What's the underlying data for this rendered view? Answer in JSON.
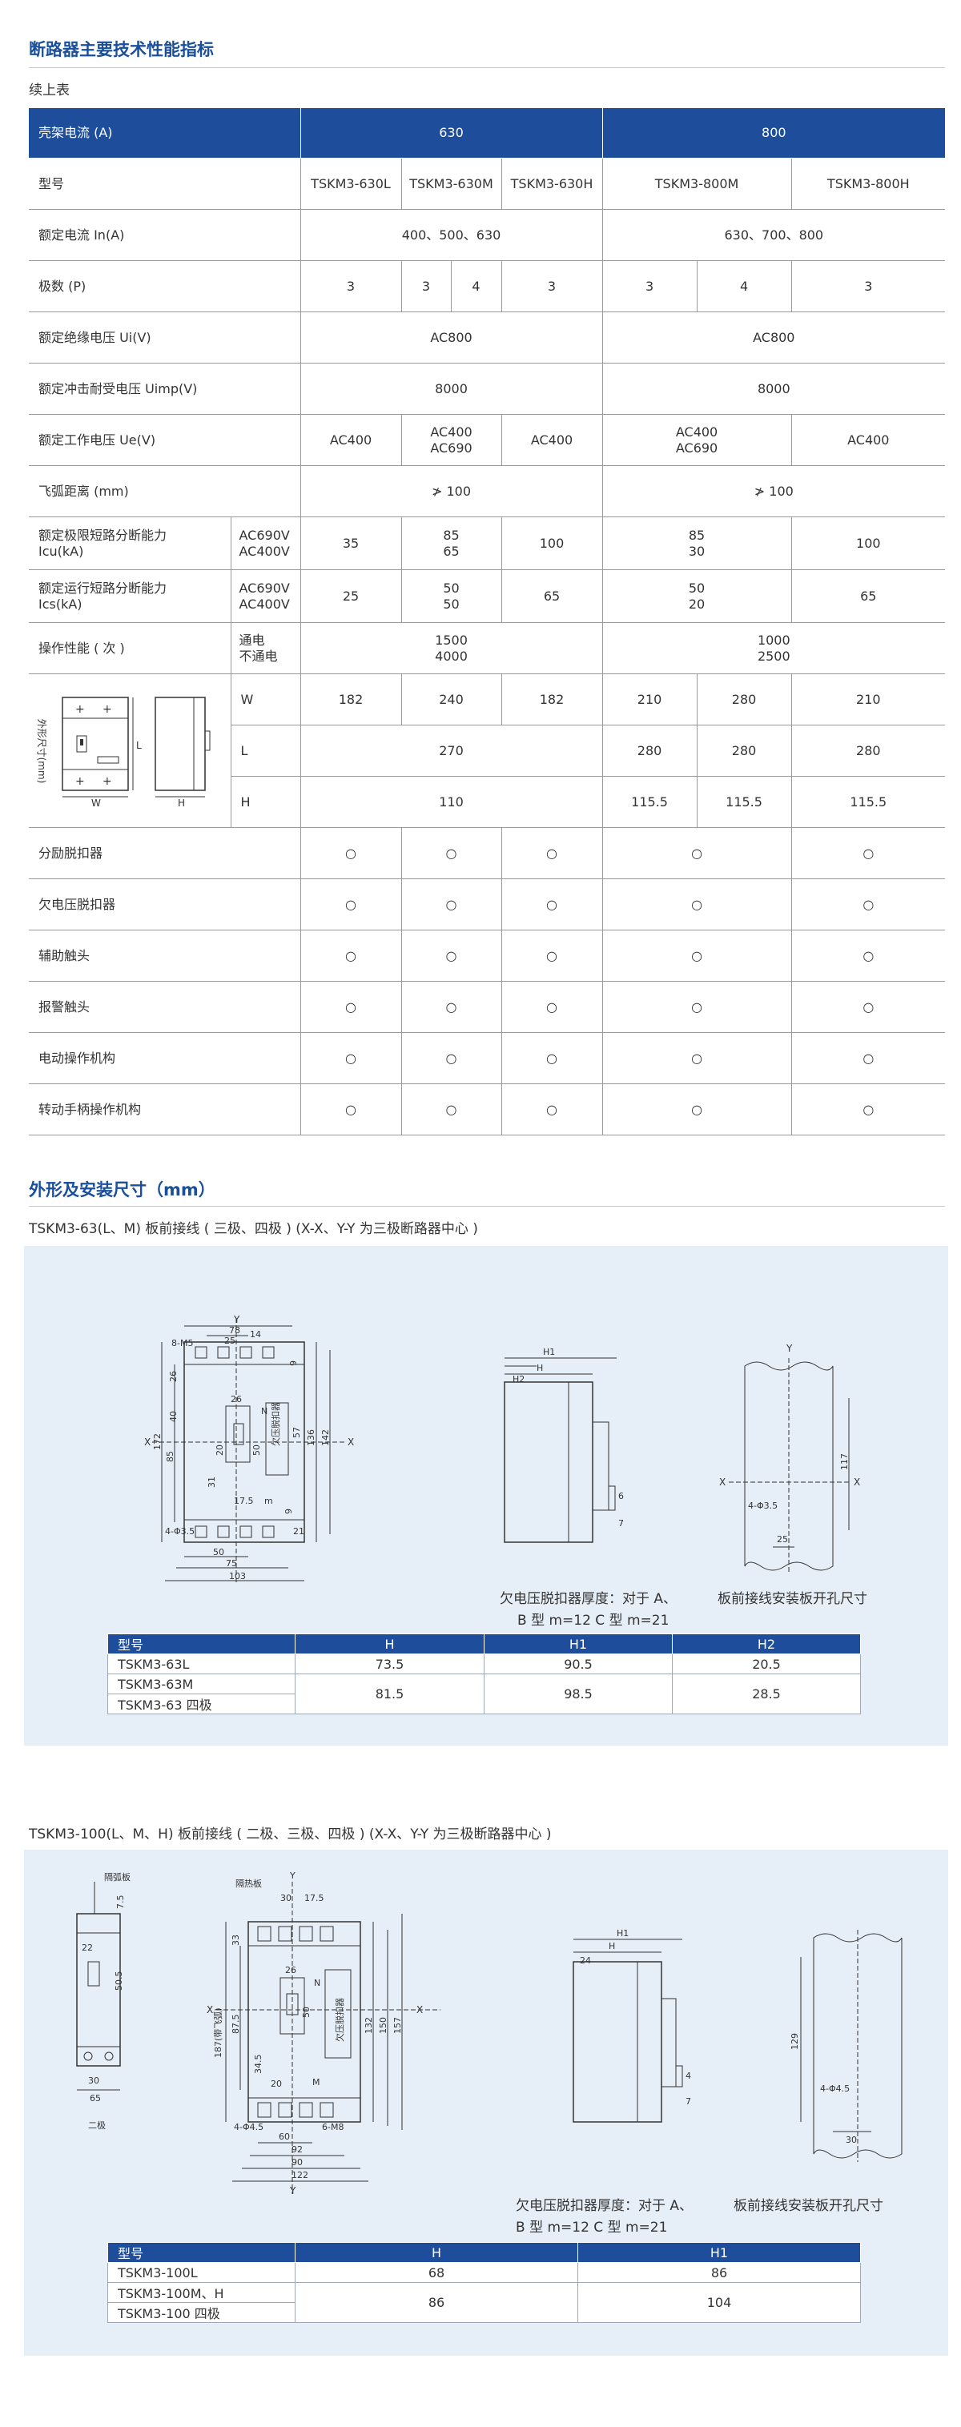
{
  "section1": {
    "title": "断路器主要技术性能指标",
    "subtitle": "续上表"
  },
  "spec": {
    "frame_label": "壳架电流 (A)",
    "frame_630": "630",
    "frame_800": "800",
    "model_label": "型号",
    "models": [
      "TSKM3-630L",
      "TSKM3-630M",
      "TSKM3-630H",
      "TSKM3-800M",
      "TSKM3-800H"
    ],
    "in_label": "额定电流 In(A)",
    "in_630": "400、500、630",
    "in_800": "630、700、800",
    "poles_label": "极数 (P)",
    "poles": [
      "3",
      "3",
      "4",
      "3",
      "3",
      "4",
      "3"
    ],
    "ui_label": "额定绝缘电压 Ui(V)",
    "ui": "AC800",
    "uimp_label": "额定冲击耐受电压 Uimp(V)",
    "uimp": "8000",
    "ue_label": "额定工作电压 Ue(V)",
    "ue_a": "AC400",
    "ue_b1": "AC400",
    "ue_b2": "AC690",
    "arc_label": "飞弧距离 (mm)",
    "arc": "≯ 100",
    "icu_label1": "额定极限短路分断能力",
    "icu_label2": "Icu(kA)",
    "v690": "AC690V",
    "v400": "AC400V",
    "icu": [
      "35",
      "85",
      "65",
      "100",
      "85",
      "30",
      "100"
    ],
    "ics_label1": "额定运行短路分断能力",
    "ics_label2": "Ics(kA)",
    "ics": [
      "25",
      "50",
      "50",
      "65",
      "50",
      "20",
      "65"
    ],
    "op_label": "操作性能 ( 次 )",
    "op_on": "通电",
    "op_off": "不通电",
    "op_630": [
      "1500",
      "4000"
    ],
    "op_800": [
      "1000",
      "2500"
    ],
    "dim_label": "外形尺寸(mm)",
    "dim_w": "W",
    "dim_l": "L",
    "dim_h": "H",
    "w_vals": [
      "182",
      "240",
      "182",
      "210",
      "280",
      "210"
    ],
    "l_630": "270",
    "l_800": [
      "280",
      "280",
      "280"
    ],
    "h_630": "110",
    "h_800": [
      "115.5",
      "115.5",
      "115.5"
    ],
    "acc": [
      {
        "label": "分励脱扣器"
      },
      {
        "label": "欠电压脱扣器"
      },
      {
        "label": "辅助触头"
      },
      {
        "label": "报警触头"
      },
      {
        "label": "电动操作机构"
      },
      {
        "label": "转动手柄操作机构"
      }
    ],
    "circle": "○"
  },
  "section2": {
    "title": "外形及安装尺寸（mm）",
    "sub1": "TSKM3-63(L、M) 板前接线 ( 三极、四极 )   (X-X、Y-Y 为三极断路器中心 )",
    "cap1a": "欠电压脱扣器厚度：对于 A、",
    "cap1b": "B 型 m=12  C 型 m=21",
    "cap1c": "板前接线安装板开孔尺寸",
    "t1_head": [
      "型号",
      "H",
      "H1",
      "H2"
    ],
    "t1_rows": [
      [
        "TSKM3-63L",
        "73.5",
        "90.5",
        "20.5"
      ]
    ],
    "t1_m": "TSKM3-63M",
    "t1_4p": "TSKM3-63 四极",
    "t1_m_vals": [
      "81.5",
      "98.5",
      "28.5"
    ],
    "sub2": "TSKM3-100(L、M、H) 板前接线 ( 二极、三极、四极 )   (X-X、Y-Y 为三极断路器中心 )",
    "cap2a": "欠电压脱扣器厚度：对于 A、",
    "cap2b": "B 型 m=12  C 型 m=21",
    "cap2c": "板前接线安装板开孔尺寸",
    "t2_head": [
      "型号",
      "H",
      "H1"
    ],
    "t2_rows": [
      [
        "TSKM3-100L",
        "68",
        "86"
      ]
    ],
    "t2_m": "TSKM3-100M、H",
    "t2_4p": "TSKM3-100 四极",
    "t2_m_vals": [
      "86",
      "104"
    ]
  },
  "drawing1": {
    "y": "Y",
    "x": "X",
    "d78": "78",
    "d25": "25",
    "d14": "14",
    "m5": "8-M5",
    "d26": "26",
    "d40": "40",
    "d85": "85",
    "d172": "172",
    "d31": "31",
    "d26b": "26",
    "d20": "20",
    "d50": "50",
    "n": "N",
    "d17_5": "17.5",
    "m": "m",
    "d9": "9",
    "d57": "57",
    "d136": "136",
    "d142": "142",
    "d9b": "9",
    "d21": "21",
    "phi": "4-Φ3.5",
    "d50b": "50",
    "d75": "75",
    "d103": "103",
    "uv": "欠压脱扣器",
    "h1": "H1",
    "h": "H",
    "h2": "H2",
    "d6": "6",
    "d7": "7",
    "d117": "117",
    "phi2": "4-Φ3.5",
    "d25b": "25"
  },
  "drawing2": {
    "arc": "隔弧板",
    "d7_5": "7.5",
    "d22": "22",
    "d50_5": "50.5",
    "d30": "30",
    "d65": "65",
    "twopole": "二极",
    "heat": "隔热板",
    "y": "Y",
    "x": "X",
    "d30b": "30",
    "d17_5": "17.5",
    "d33": "33",
    "d26": "26",
    "d87_5": "87.5",
    "d187": "187(带飞弧)",
    "d34_5": "34.5",
    "d20": "20",
    "d50": "50",
    "n": "N",
    "d132": "132",
    "d150": "150",
    "d157": "157",
    "uv": "欠压脱扣器",
    "m": "M",
    "phi": "4-Φ4.5",
    "m8": "6-M8",
    "d60": "60",
    "d92": "92",
    "d90": "90",
    "d122": "122",
    "h1": "H1",
    "h": "H",
    "d24": "24",
    "d4": "4",
    "d7": "7",
    "d129": "129",
    "phi2": "4-Φ4.5",
    "d30c": "30"
  }
}
